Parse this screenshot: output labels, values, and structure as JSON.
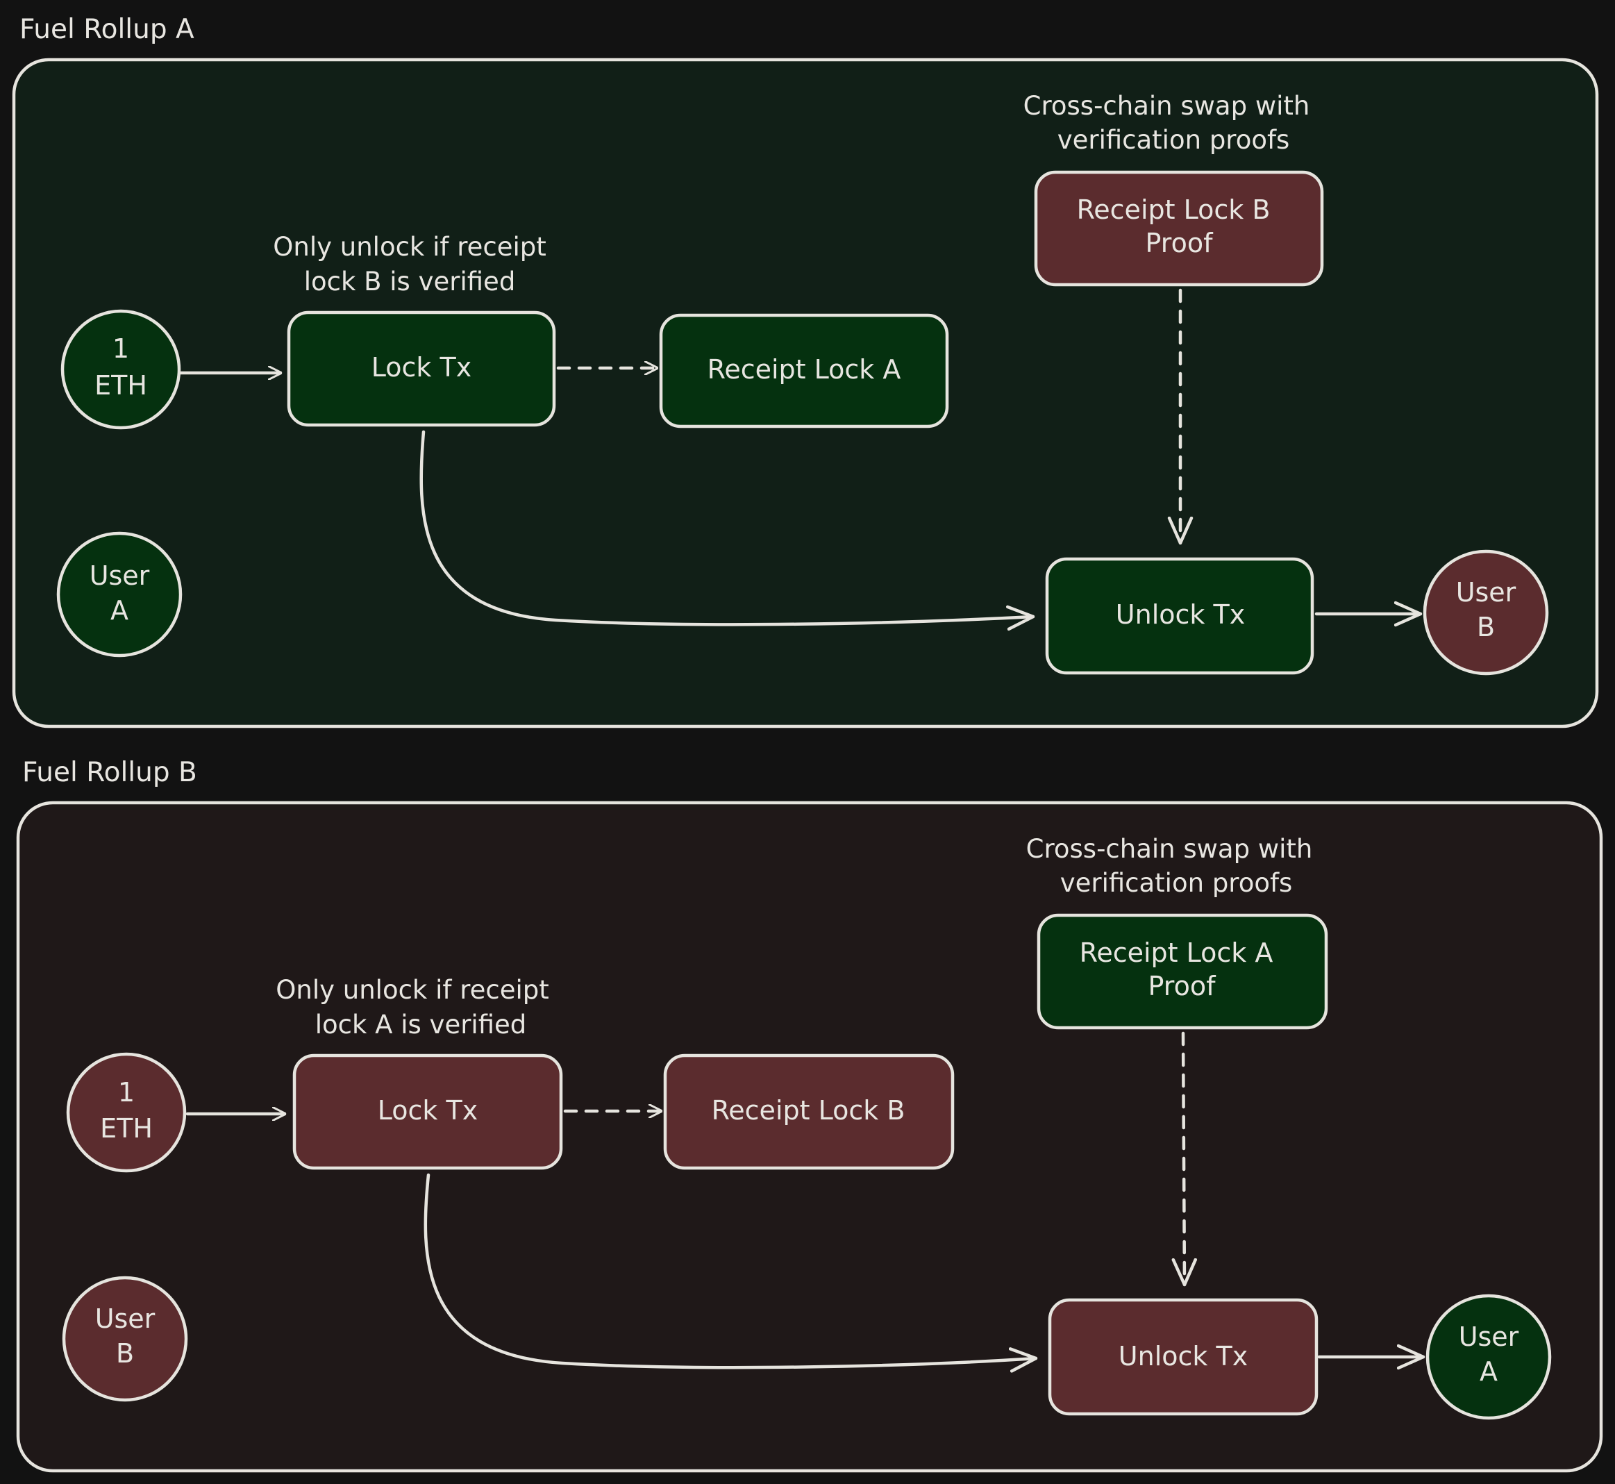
{
  "colors": {
    "page_bg": "#121212",
    "panel_a_bg": "#111f17",
    "panel_b_bg": "#1f1818",
    "green_node": "#05310f",
    "red_node": "#5b2c2e",
    "ink": "#e6e4de"
  },
  "rollup_a": {
    "title": "Fuel Rollup A",
    "eth_node": {
      "line1": "1",
      "line2": "ETH"
    },
    "lock_tx": "Lock Tx",
    "lock_note": {
      "line1": "Only unlock if receipt",
      "line2": "lock B is verified"
    },
    "receipt_lock": "Receipt Lock A",
    "swap_note": {
      "line1": "Cross-chain swap with",
      "line2": "verification proofs"
    },
    "proof_box": {
      "line1": "Receipt Lock B",
      "line2": "Proof"
    },
    "unlock_tx": "Unlock Tx",
    "sender": {
      "line1": "User",
      "line2": "A"
    },
    "recipient": {
      "line1": "User",
      "line2": "B"
    }
  },
  "rollup_b": {
    "title": "Fuel Rollup B",
    "eth_node": {
      "line1": "1",
      "line2": "ETH"
    },
    "lock_tx": "Lock Tx",
    "lock_note": {
      "line1": "Only unlock if receipt",
      "line2": "lock A is verified"
    },
    "receipt_lock": "Receipt Lock B",
    "swap_note": {
      "line1": "Cross-chain swap with",
      "line2": "verification proofs"
    },
    "proof_box": {
      "line1": "Receipt Lock A",
      "line2": "Proof"
    },
    "unlock_tx": "Unlock Tx",
    "sender": {
      "line1": "User",
      "line2": "B"
    },
    "recipient": {
      "line1": "User",
      "line2": "A"
    }
  }
}
